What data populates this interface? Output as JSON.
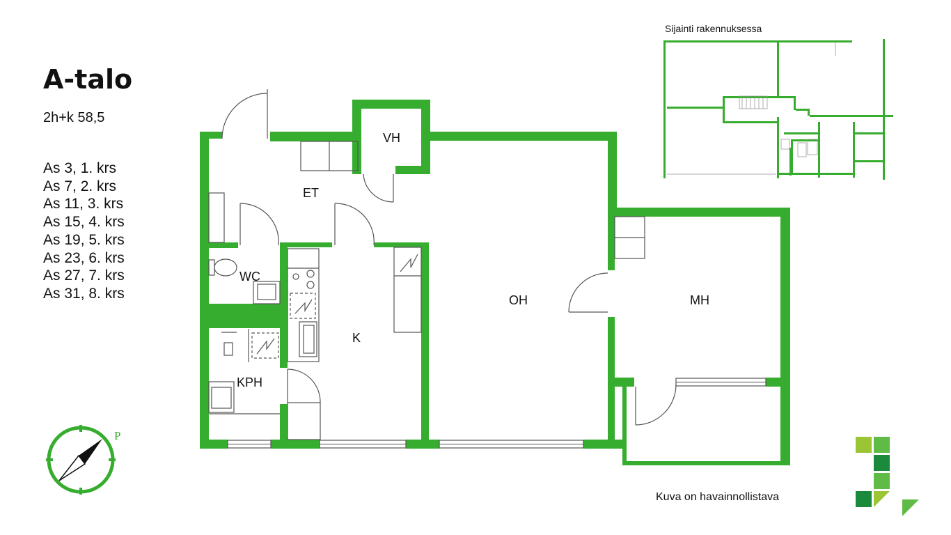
{
  "header": {
    "building": "A-talo",
    "apartment_type": "2h+k 58,5"
  },
  "apartments": [
    "As 3, 1. krs",
    "As 7, 2. krs",
    "As 11, 3. krs",
    "As 15, 4. krs",
    "As 19, 5. krs",
    "As 23, 6. krs",
    "As 27, 7. krs",
    "As 31, 8. krs"
  ],
  "rooms": {
    "et": "ET",
    "vh": "VH",
    "wc": "WC",
    "k": "K",
    "oh": "OH",
    "mh": "MH",
    "kph": "KPH"
  },
  "location_map": {
    "title": "Sijainti rakennuksessa"
  },
  "compass": {
    "north_label": "P"
  },
  "footer": {
    "disclaimer": "Kuva on havainnollistava"
  },
  "colors": {
    "wall": "#36ad2e",
    "logo_light": "#9cc536",
    "logo_mid": "#5fba46",
    "logo_dark": "#1c8a3c"
  }
}
